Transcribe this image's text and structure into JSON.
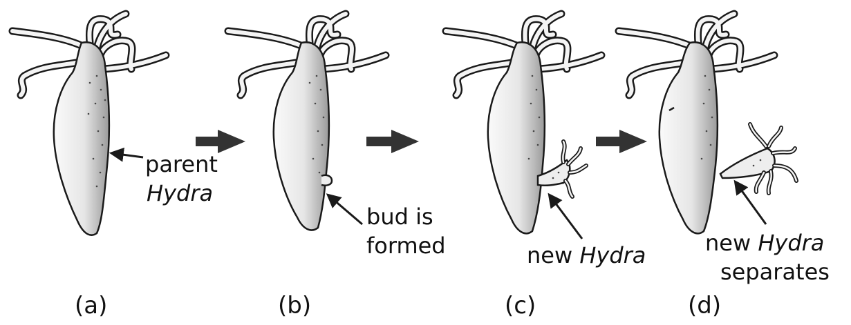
{
  "panels": [
    {
      "caption": "(a)"
    },
    {
      "caption": "(b)"
    },
    {
      "caption": "(c)"
    },
    {
      "caption": "(d)"
    }
  ],
  "labels": {
    "parent_line1": "parent",
    "parent_line2": "Hydra",
    "bud_line1": "bud is",
    "bud_line2": "formed",
    "new_hydra_word": "new",
    "new_hydra_italic": "Hydra",
    "separates_word": "new",
    "separates_italic": "Hydra",
    "separates_line2": "separates"
  },
  "colors": {
    "outline": "#1a1a1a",
    "body_fill": "#f2f2f2",
    "shading": "#555555",
    "arrow": "#333333"
  }
}
